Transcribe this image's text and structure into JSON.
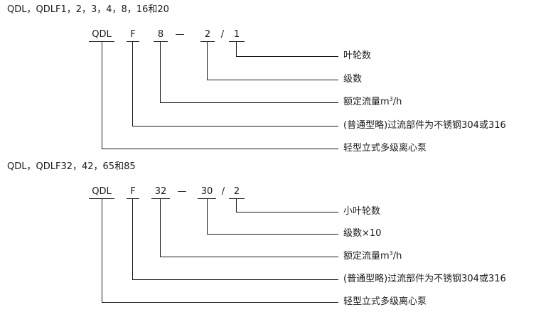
{
  "diagram1": {
    "heading": "QDL，QDLF1，2，3，4，8，16和20",
    "codes": {
      "series": "QDL",
      "material": "F",
      "flow": "8",
      "dash": "—",
      "stages": "2",
      "slash": "/",
      "impeller": "1"
    },
    "labels": {
      "impeller": "叶轮数",
      "stages": "级数",
      "flow_prefix": "额定流量m",
      "flow_sup": "3",
      "flow_suffix": "/h",
      "material": "(普通型略)过流部件为不锈钢304或316",
      "series": "轻型立式多级离心泵"
    }
  },
  "diagram2": {
    "heading": "QDL，QDLF32，42，65和85",
    "codes": {
      "series": "QDL",
      "material": "F",
      "flow": "32",
      "dash": "—",
      "stages": "30",
      "slash": "/",
      "impeller": "2"
    },
    "labels": {
      "impeller": "小叶轮数",
      "stages": "级数×10",
      "flow_prefix": "额定流量m",
      "flow_sup": "3",
      "flow_suffix": "/h",
      "material": "(普通型略)过流部件为不锈钢304或316",
      "series": "轻型立式多级离心泵"
    }
  }
}
